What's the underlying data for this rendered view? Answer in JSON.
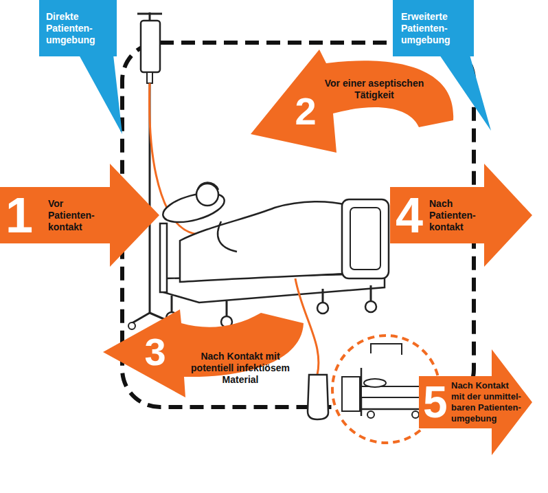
{
  "diagram": {
    "nodes": [
      {
        "text": [
          "Direkte Patienten- umgebung"
        ]
      },
      {
        "text": [
          "Erweiterte Patienten- umgebung"
        ]
      },
      {
        "text": [
          "1",
          "Vor Patienten- kontakt"
        ]
      },
      {
        "text": [
          "2",
          "Vor einer aseptischen Tätigkeit"
        ]
      },
      {
        "text": [
          "3",
          "Nach Kontakt mit potentiell infektiösem Material"
        ]
      },
      {
        "text": [
          "4",
          "Nach Patienten- kontakt"
        ]
      },
      {
        "text": [
          "5",
          "Nach Kontakt mit der unmittel- baren Patienten- umgebung"
        ]
      }
    ]
  }
}
